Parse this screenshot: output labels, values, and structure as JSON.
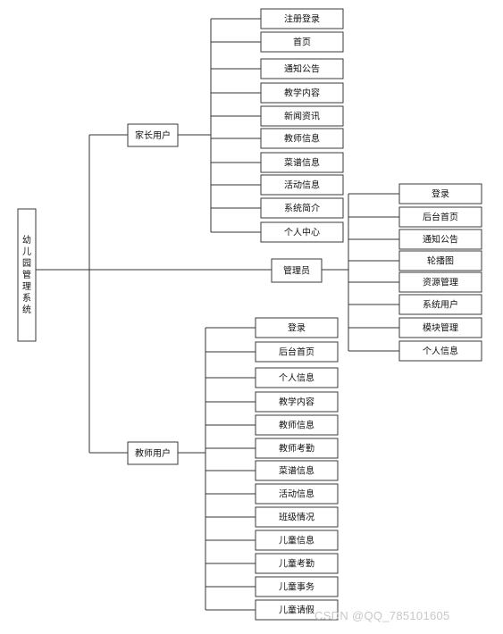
{
  "root": {
    "label": "幼儿园管理系统"
  },
  "branches": [
    {
      "id": "parent",
      "label": "家长用户",
      "children": [
        "注册登录",
        "首页",
        "通知公告",
        "教学内容",
        "新闻资讯",
        "教师信息",
        "菜谱信息",
        "活动信息",
        "系统简介",
        "个人中心"
      ]
    },
    {
      "id": "admin",
      "label": "管理员",
      "children": [
        "登录",
        "后台首页",
        "通知公告",
        "轮播图",
        "资源管理",
        "系统用户",
        "模块管理",
        "个人信息"
      ]
    },
    {
      "id": "teacher",
      "label": "教师用户",
      "children": [
        "登录",
        "后台首页",
        "个人信息",
        "教学内容",
        "教师信息",
        "教师考勤",
        "菜谱信息",
        "活动信息",
        "班级情况",
        "儿童信息",
        "儿童考勤",
        "儿童事务",
        "儿童请假"
      ]
    }
  ],
  "watermark": "CSDN @QQ_785101605"
}
